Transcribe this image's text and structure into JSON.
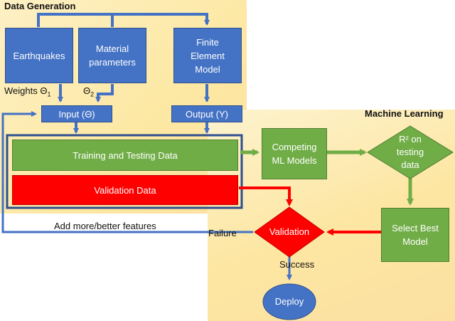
{
  "sections": {
    "data_generation": "Data Generation",
    "machine_learning": "Machine Learning"
  },
  "nodes": {
    "earthquakes": "Earthquakes",
    "material_parameters": "Material parameters",
    "finite_element_model": "Finite Element Model",
    "input": "Input (Θ)",
    "output": "Output (Y)",
    "training_testing_data": "Training and Testing Data",
    "validation_data": "Validation Data",
    "competing_ml_models": "Competing ML Models",
    "r2_testing_data": "R² on testing data",
    "select_best_model": "Select Best Model",
    "validation": "Validation",
    "deploy": "Deploy"
  },
  "labels": {
    "weights": "Weights",
    "theta1": "Θ",
    "theta1_sub": "1",
    "theta2": "Θ",
    "theta2_sub": "2",
    "add_features": "Add more/better features",
    "failure": "Failure",
    "success": "Success"
  },
  "colors": {
    "blue_box": "#4472c4",
    "green_box": "#70ad47",
    "red_box": "#ff0000",
    "connector_blue": "#4472c4",
    "connector_green": "#70ad47",
    "connector_red": "#ff0000",
    "outline_dark_blue": "#2f4f8f",
    "background": "#fde8a3"
  }
}
